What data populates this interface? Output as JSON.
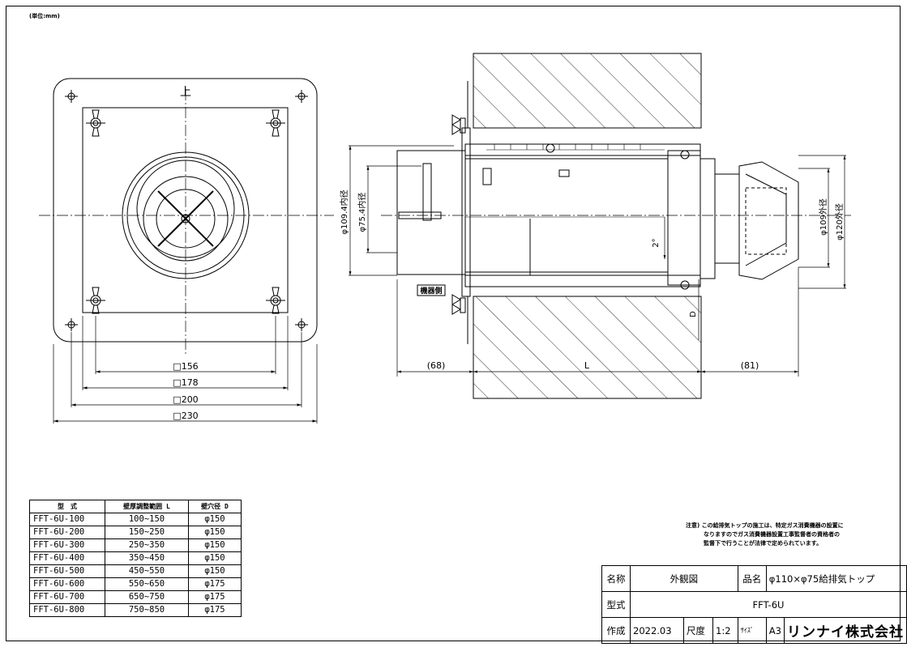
{
  "unit_note": "(単位:mm)",
  "front_view": {
    "top_marker": "上",
    "dimensions": [
      "□156",
      "□178",
      "□200",
      "□230"
    ]
  },
  "side_view": {
    "label_inner_large": "φ109.4内径",
    "label_inner_small": "φ75.4内径",
    "label_outer_small": "φ109外径",
    "label_outer_large": "φ120外径",
    "label_slope": "2°",
    "label_device_side": "機器側",
    "label_wall_hole": "D",
    "dim_left": "(68)",
    "dim_length": "L",
    "dim_right": "(81)"
  },
  "spec_table": {
    "headers": [
      "型　式",
      "壁厚調整範囲 L",
      "壁穴径 D"
    ],
    "rows": [
      [
        "FFT-6U-100",
        "100~150",
        "φ150"
      ],
      [
        "FFT-6U-200",
        "150~250",
        "φ150"
      ],
      [
        "FFT-6U-300",
        "250~350",
        "φ150"
      ],
      [
        "FFT-6U-400",
        "350~450",
        "φ150"
      ],
      [
        "FFT-6U-500",
        "450~550",
        "φ150"
      ],
      [
        "FFT-6U-600",
        "550~650",
        "φ175"
      ],
      [
        "FFT-6U-700",
        "650~750",
        "φ175"
      ],
      [
        "FFT-6U-800",
        "750~850",
        "φ175"
      ]
    ]
  },
  "note": {
    "line1": "注意) この給排気トップの施工は、特定ガス消費機器の設置に",
    "line2": "なりますのでガス消費機器設置工事監督者の資格者の",
    "line3": "監督下で行うことが法律で定められています。"
  },
  "title_block": {
    "name_label": "名称",
    "name_value": "外観図",
    "product_label": "品名",
    "product_value": "φ110×φ75給排気トップ",
    "model_label": "型式",
    "model_value": "FFT-6U",
    "created_label": "作成",
    "created_value": "2022.03",
    "scale_label": "尺度",
    "scale_value": "1:2",
    "size_label": "ｻｲｽﾞ",
    "size_value": "A3",
    "company": "リンナイ株式会社"
  }
}
